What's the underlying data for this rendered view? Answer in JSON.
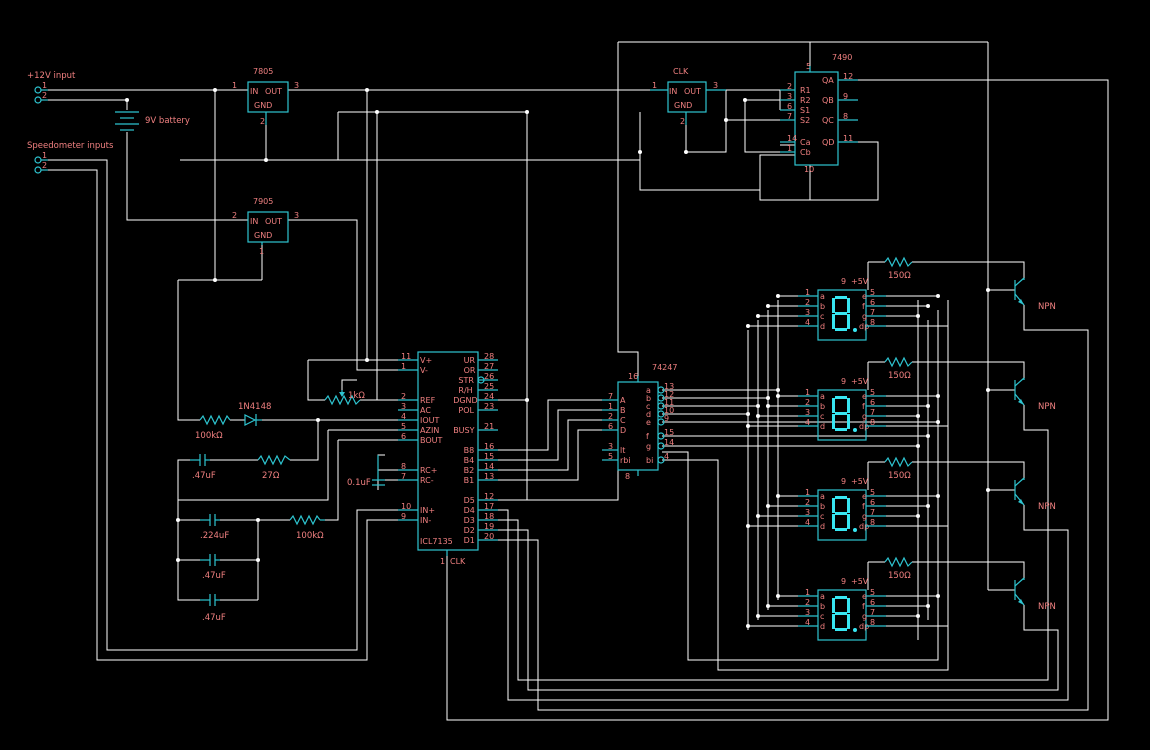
{
  "connectors": {
    "power": {
      "label": "+12V input",
      "pins": [
        "1",
        "2"
      ]
    },
    "speedo": {
      "label": "Speedometer inputs",
      "pins": [
        "1",
        "2"
      ]
    }
  },
  "battery": {
    "label": "9V battery"
  },
  "reg7805": {
    "name": "7805",
    "in": "IN",
    "out": "OUT",
    "gnd": "GND",
    "p_in": "1",
    "p_out": "3",
    "p_gnd": "2"
  },
  "reg7905": {
    "name": "7905",
    "in": "IN",
    "out": "OUT",
    "gnd": "GND",
    "p_in": "2",
    "p_out": "3",
    "p_gnd": "1"
  },
  "clk": {
    "name": "CLK",
    "in": "IN",
    "out": "OUT",
    "gnd": "GND",
    "p_in": "1",
    "p_out": "3",
    "p_gnd": "2"
  },
  "c7490": {
    "name": "7490",
    "top": "5",
    "bottom": "10",
    "left": [
      [
        "R1",
        "2"
      ],
      [
        "R2",
        "3"
      ],
      [
        "S1",
        "6"
      ],
      [
        "S2",
        "7"
      ],
      [
        "Ca",
        "14"
      ],
      [
        "Cb",
        "1"
      ]
    ],
    "right": [
      [
        "QA",
        "12"
      ],
      [
        "QB",
        "9"
      ],
      [
        "QC",
        "8"
      ],
      [
        "QD",
        "11"
      ]
    ]
  },
  "icl": {
    "name": "ICL7135",
    "clk_pin": "1",
    "clk": "CLK",
    "left": [
      [
        "V+",
        "11"
      ],
      [
        "V-",
        "1"
      ],
      [
        "REF",
        "2"
      ],
      [
        "AC",
        "3"
      ],
      [
        "IOUT",
        "4"
      ],
      [
        "AZIN",
        "5"
      ],
      [
        "BOUT",
        "6"
      ],
      [
        "RC+",
        "8"
      ],
      [
        "RC-",
        "7"
      ],
      [
        "IN+",
        "10"
      ],
      [
        "IN-",
        "9"
      ]
    ],
    "right": [
      [
        "UR",
        "28"
      ],
      [
        "OR",
        "27"
      ],
      [
        "STR",
        "26"
      ],
      [
        "R/H",
        "25"
      ],
      [
        "DGND",
        "24"
      ],
      [
        "POL",
        "23"
      ],
      [
        "BUSY",
        "21"
      ],
      [
        "B8",
        "16"
      ],
      [
        "B4",
        "15"
      ],
      [
        "B2",
        "14"
      ],
      [
        "B1",
        "13"
      ],
      [
        "D5",
        "12"
      ],
      [
        "D4",
        "17"
      ],
      [
        "D3",
        "18"
      ],
      [
        "D2",
        "19"
      ],
      [
        "D1",
        "20"
      ]
    ]
  },
  "dec": {
    "name": "74247",
    "top": "16",
    "bottom": "8",
    "left": [
      [
        "A",
        "7"
      ],
      [
        "B",
        "1"
      ],
      [
        "C",
        "2"
      ],
      [
        "D",
        "6"
      ],
      [
        "lt",
        "3"
      ],
      [
        "rbi",
        "5"
      ]
    ],
    "right": [
      [
        "a",
        "13"
      ],
      [
        "b",
        "12"
      ],
      [
        "c",
        "11"
      ],
      [
        "d",
        "10"
      ],
      [
        "e",
        "9"
      ],
      [
        "f",
        "15"
      ],
      [
        "g",
        "14"
      ],
      [
        "bi",
        "4"
      ]
    ]
  },
  "display": {
    "top_pins": [
      "9",
      "+5V"
    ],
    "left": [
      [
        "a",
        "1"
      ],
      [
        "b",
        "2"
      ],
      [
        "c",
        "3"
      ],
      [
        "d",
        "4"
      ]
    ],
    "right": [
      [
        "e",
        "5"
      ],
      [
        "f",
        "6"
      ],
      [
        "g",
        "7"
      ],
      [
        "dp",
        "8"
      ]
    ],
    "resistor": "150Ω",
    "transistor": "NPN"
  },
  "parts": {
    "diode": "1N4148",
    "r100k_a": "100kΩ",
    "r100k_b": "100kΩ",
    "pot": "1kΩ",
    "r27": "27Ω",
    "c047a": ".47uF",
    "c01": "0.1uF",
    "c0224": ".224uF",
    "c047b": ".47uF",
    "c047c": ".47uF"
  },
  "colors": {
    "wire": "#ffffff",
    "component": "#2ec4d0",
    "label": "#f08080",
    "background": "#000000"
  }
}
